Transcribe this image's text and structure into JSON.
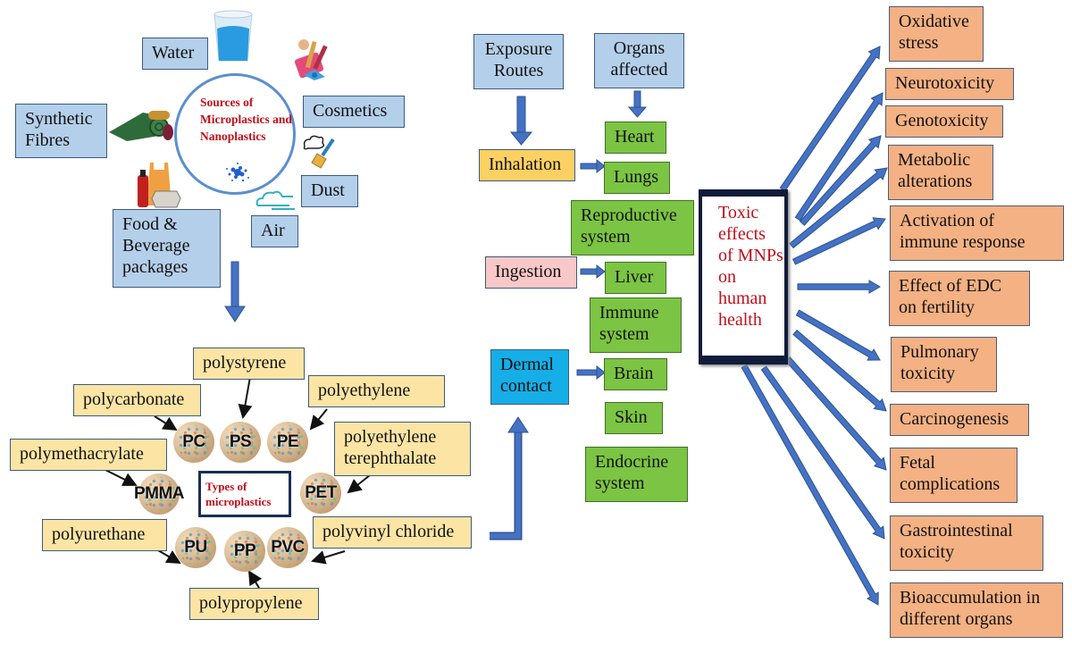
{
  "sources": {
    "title": "Sources of Microplastics and Nanoplastics",
    "items": {
      "water": "Water",
      "cosmetics": "Cosmetics",
      "synthetic_fibres": "Synthetic Fibres",
      "dust": "Dust",
      "air": "Air",
      "food_beverage": "Food & Beverage packages"
    }
  },
  "types": {
    "title": "Types of microplastics",
    "labels": {
      "polystyrene": "polystyrene",
      "polycarbonate": "polycarbonate",
      "polyethylene": "polyethylene",
      "pet": "polyethylene terephthalate",
      "polymethacrylate": "polymethacrylate",
      "polyurethane": "polyurethane",
      "pvc": "polyvinyl chloride",
      "polypropylene": "polypropylene"
    },
    "abbrev": {
      "pc": "PC",
      "ps": "PS",
      "pe": "PE",
      "pmma": "PMMA",
      "pet": "PET",
      "pu": "PU",
      "pp": "PP",
      "pvc": "PVC"
    }
  },
  "exposure": {
    "routes_header": "Exposure Routes",
    "organs_header": "Organs affected",
    "routes": {
      "inhalation": "Inhalation",
      "ingestion": "Ingestion",
      "dermal": "Dermal contact"
    },
    "organs": {
      "heart": "Heart",
      "lungs": "Lungs",
      "reproductive": "Reproductive system",
      "liver": "Liver",
      "immune": "Immune system",
      "brain": "Brain",
      "skin": "Skin",
      "endocrine": "Endocrine system"
    }
  },
  "toxic": {
    "title": "Toxic effects of MNPs on human health",
    "effects": [
      "Oxidative stress",
      "Neurotoxicity",
      "Genotoxicity",
      "Metabolic alterations",
      "Activation of immune response",
      "Effect of EDC on fertility",
      "Pulmonary toxicity",
      "Carcinogenesis",
      "Fetal complications",
      "Gastrointestinal toxicity",
      "Bioaccumulation in different organs"
    ]
  },
  "colors": {
    "source_box": "#b4cfe9",
    "type_box": "#fce5a4",
    "organ_box": "#7cc443",
    "effect_box": "#f4b183",
    "arrow": "#4472c4",
    "title_text": "#c0101a"
  }
}
